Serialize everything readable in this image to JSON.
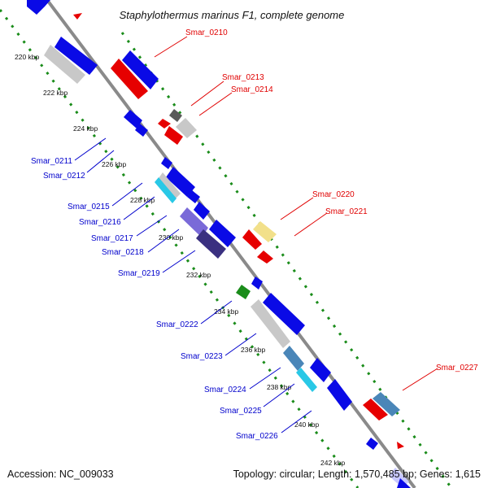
{
  "title": "Staphylothermus marinus F1, complete genome",
  "accession": "Accession: NC_009033",
  "summary": "Topology: circular; Length: 1,570,485 bp; Genes: 1,615",
  "ticks": [
    "220 kbp",
    "222 kbp",
    "224 kbp",
    "226 kbp",
    "228 kbp",
    "230 kbp",
    "232 kbp",
    "234 kbp",
    "236 kbp",
    "238 kbp",
    "240 kbp",
    "242 kbp"
  ],
  "colors": {
    "forward_label": "#e00000",
    "reverse_label": "#0000cc",
    "backbone": "#8a8a8a",
    "tick_dots": "#1a8c1a",
    "blue": "#0a0ae6",
    "red": "#e60000",
    "gray": "#c8c8c8",
    "dark_gray": "#5a5a5a",
    "cyan": "#29c8e6",
    "purple": "#7a6ad8",
    "dark_purple": "#3a3080",
    "steel_blue": "#4a86b8",
    "green": "#1a8c1a",
    "yellow": "#f2e08a"
  },
  "forward_labels": [
    "Smar_0210",
    "Smar_0213",
    "Smar_0214",
    "Smar_0220",
    "Smar_0221",
    "Smar_0227"
  ],
  "reverse_labels": [
    "Smar_0211",
    "Smar_0212",
    "Smar_0215",
    "Smar_0216",
    "Smar_0217",
    "Smar_0218",
    "Smar_0219",
    "Smar_0222",
    "Smar_0223",
    "Smar_0224",
    "Smar_0225",
    "Smar_0226"
  ]
}
